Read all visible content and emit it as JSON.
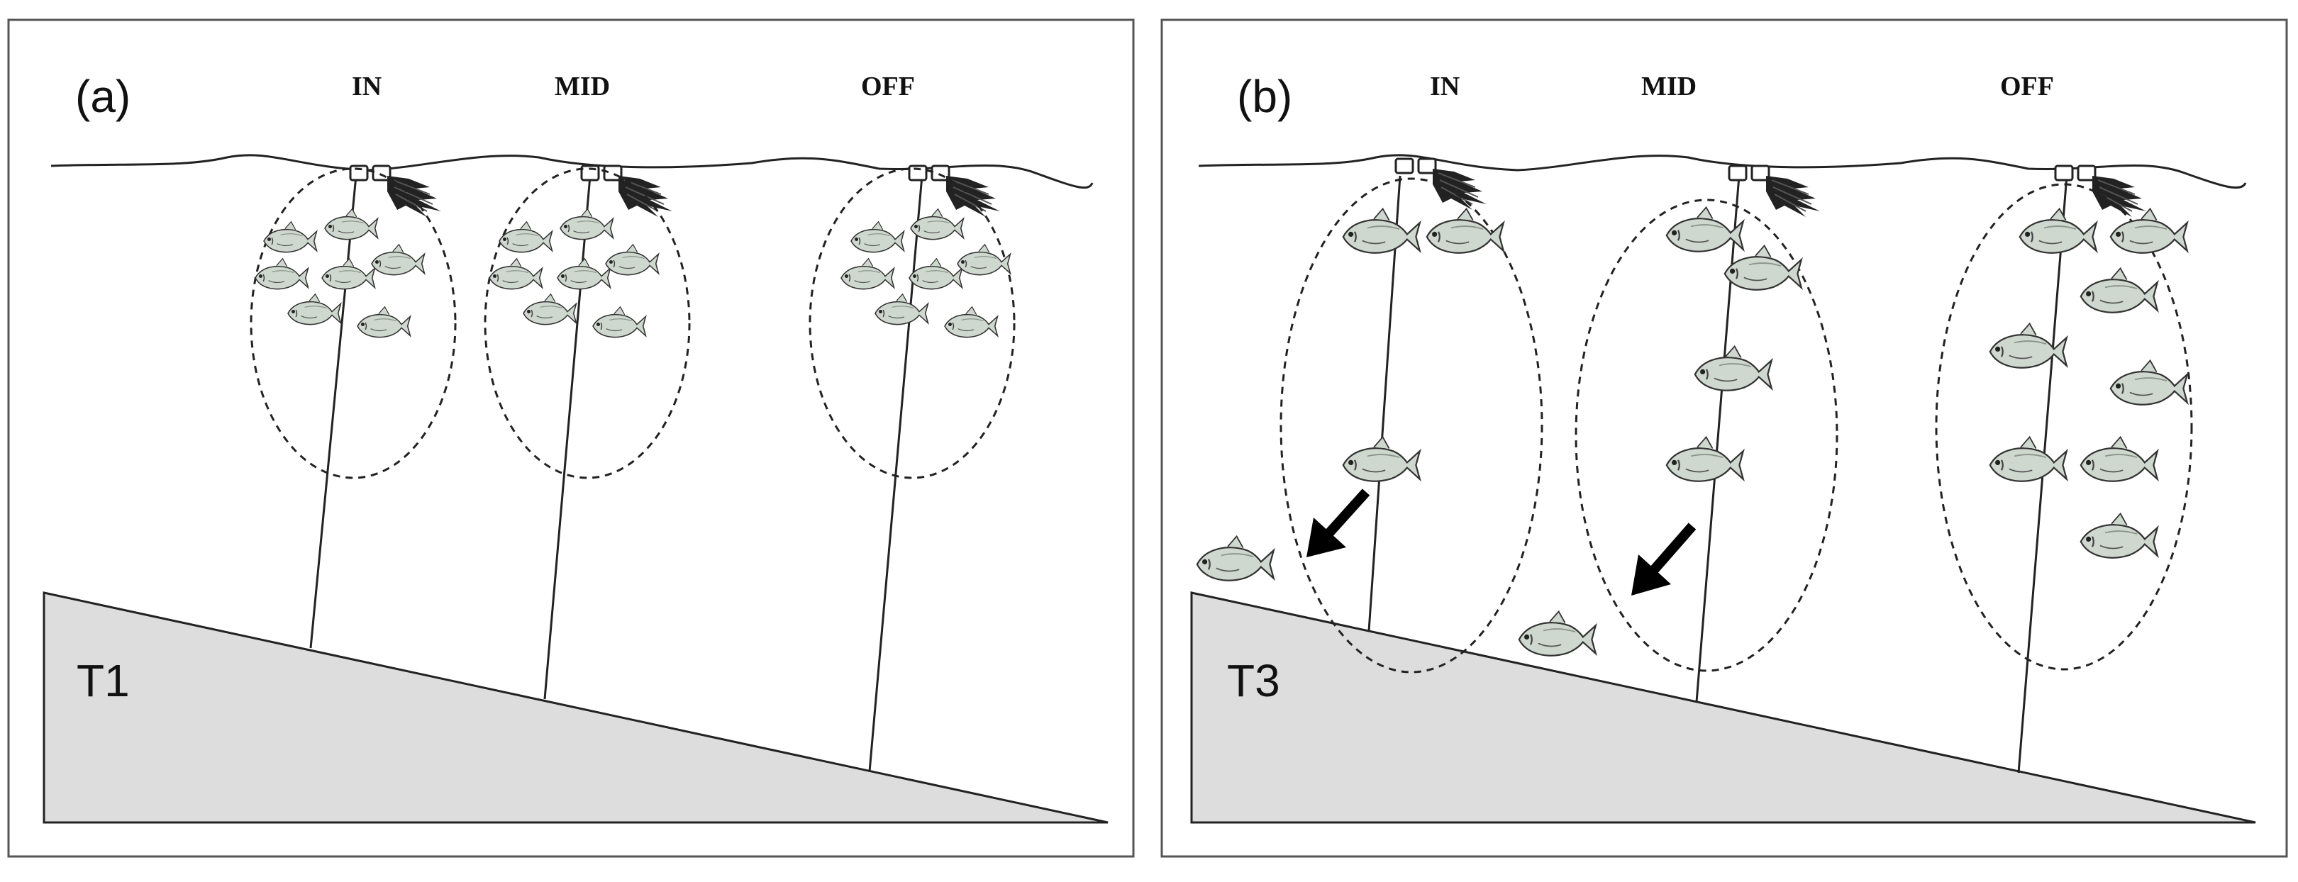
{
  "panels": [
    {
      "label": "(a)",
      "time": "T1",
      "zones": [
        "IN",
        "MID",
        "OFF"
      ],
      "fish_per_school": [
        7,
        7,
        7
      ],
      "fish_outside": 0,
      "arrows": 0
    },
    {
      "label": "(b)",
      "time": "T3",
      "zones": [
        "IN",
        "MID",
        "OFF"
      ],
      "fish_per_school": [
        3,
        4,
        8
      ],
      "fish_outside": 2,
      "arrows": 2
    }
  ],
  "colors": {
    "border": "#555555",
    "seabed": "#dddddd",
    "fish_body": "#cfd8cf",
    "line": "#000000"
  }
}
